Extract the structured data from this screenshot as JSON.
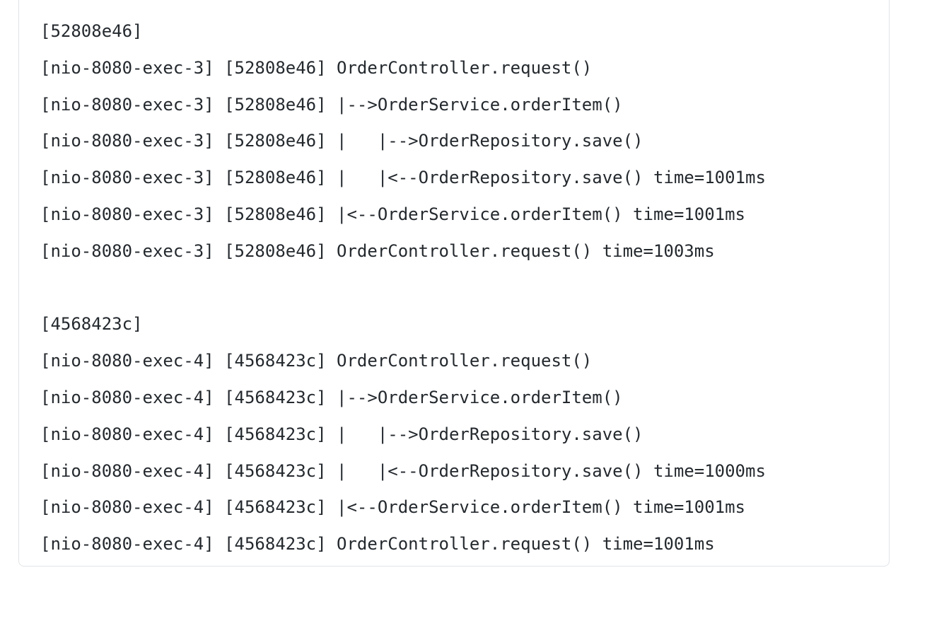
{
  "card": {
    "background": "#ffffff",
    "border_color": "#e1e4e8",
    "text_color": "#24292e"
  },
  "log": {
    "blocks": [
      {
        "trace_id": "52808e46",
        "header": "[52808e46]",
        "thread": "nio-8080-exec-3",
        "lines": [
          "[nio-8080-exec-3] [52808e46] OrderController.request()",
          "[nio-8080-exec-3] [52808e46] |-->OrderService.orderItem()",
          "[nio-8080-exec-3] [52808e46] |   |-->OrderRepository.save()",
          "[nio-8080-exec-3] [52808e46] |   |<--OrderRepository.save() time=1001ms",
          "[nio-8080-exec-3] [52808e46] |<--OrderService.orderItem() time=1001ms",
          "[nio-8080-exec-3] [52808e46] OrderController.request() time=1003ms"
        ],
        "timings": {
          "OrderRepository.save": "1001ms",
          "OrderService.orderItem": "1001ms",
          "OrderController.request": "1003ms"
        }
      },
      {
        "trace_id": "4568423c",
        "header": "[4568423c]",
        "thread": "nio-8080-exec-4",
        "lines": [
          "[nio-8080-exec-4] [4568423c] OrderController.request()",
          "[nio-8080-exec-4] [4568423c] |-->OrderService.orderItem()",
          "[nio-8080-exec-4] [4568423c] |   |-->OrderRepository.save()",
          "[nio-8080-exec-4] [4568423c] |   |<--OrderRepository.save() time=1000ms",
          "[nio-8080-exec-4] [4568423c] |<--OrderService.orderItem() time=1001ms",
          "[nio-8080-exec-4] [4568423c] OrderController.request() time=1001ms"
        ],
        "timings": {
          "OrderRepository.save": "1000ms",
          "OrderService.orderItem": "1001ms",
          "OrderController.request": "1001ms"
        }
      }
    ]
  }
}
